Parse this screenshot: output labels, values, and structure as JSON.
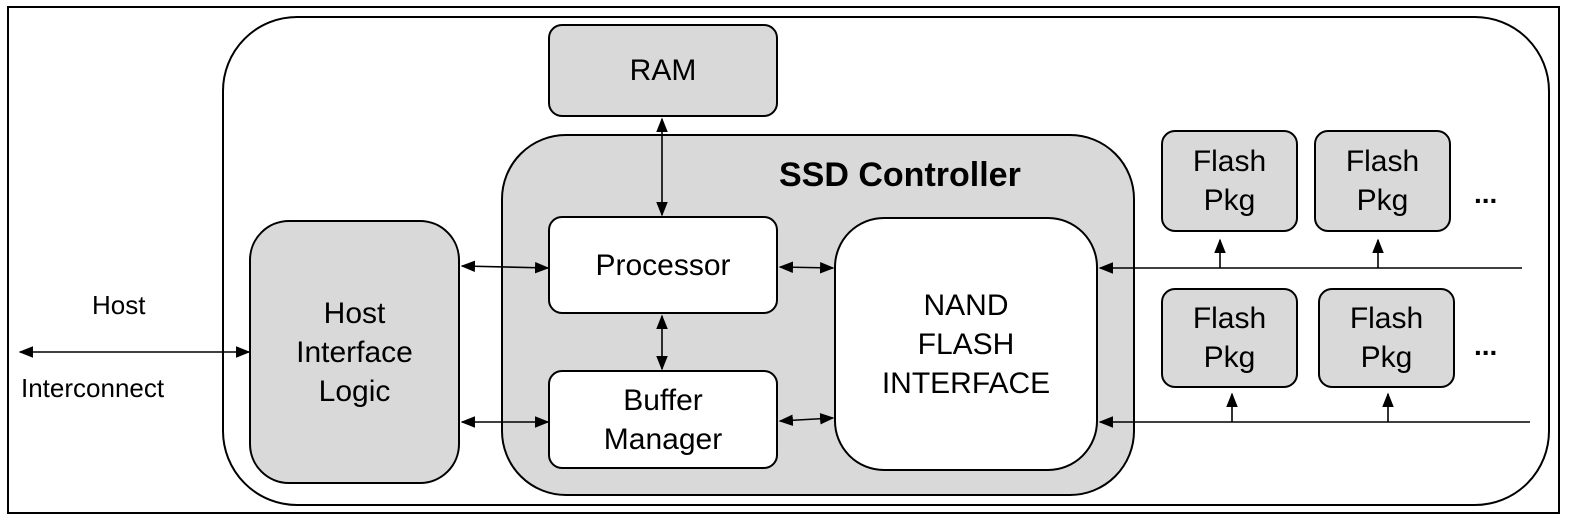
{
  "host": {
    "label_top": "Host",
    "label_bottom": "Interconnect"
  },
  "ram": {
    "label": "RAM"
  },
  "controller": {
    "title": "SSD Controller"
  },
  "processor": {
    "label": "Processor"
  },
  "buffer_manager": {
    "line1": "Buffer",
    "line2": "Manager"
  },
  "host_interface": {
    "line1": "Host",
    "line2": "Interface",
    "line3": "Logic"
  },
  "nand": {
    "line1": "NAND",
    "line2": "FLASH",
    "line3": "INTERFACE"
  },
  "flash_packages": [
    {
      "line1": "Flash",
      "line2": "Pkg"
    },
    {
      "line1": "Flash",
      "line2": "Pkg"
    },
    {
      "line1": "Flash",
      "line2": "Pkg"
    },
    {
      "line1": "Flash",
      "line2": "Pkg"
    }
  ],
  "ellipsis": "..."
}
